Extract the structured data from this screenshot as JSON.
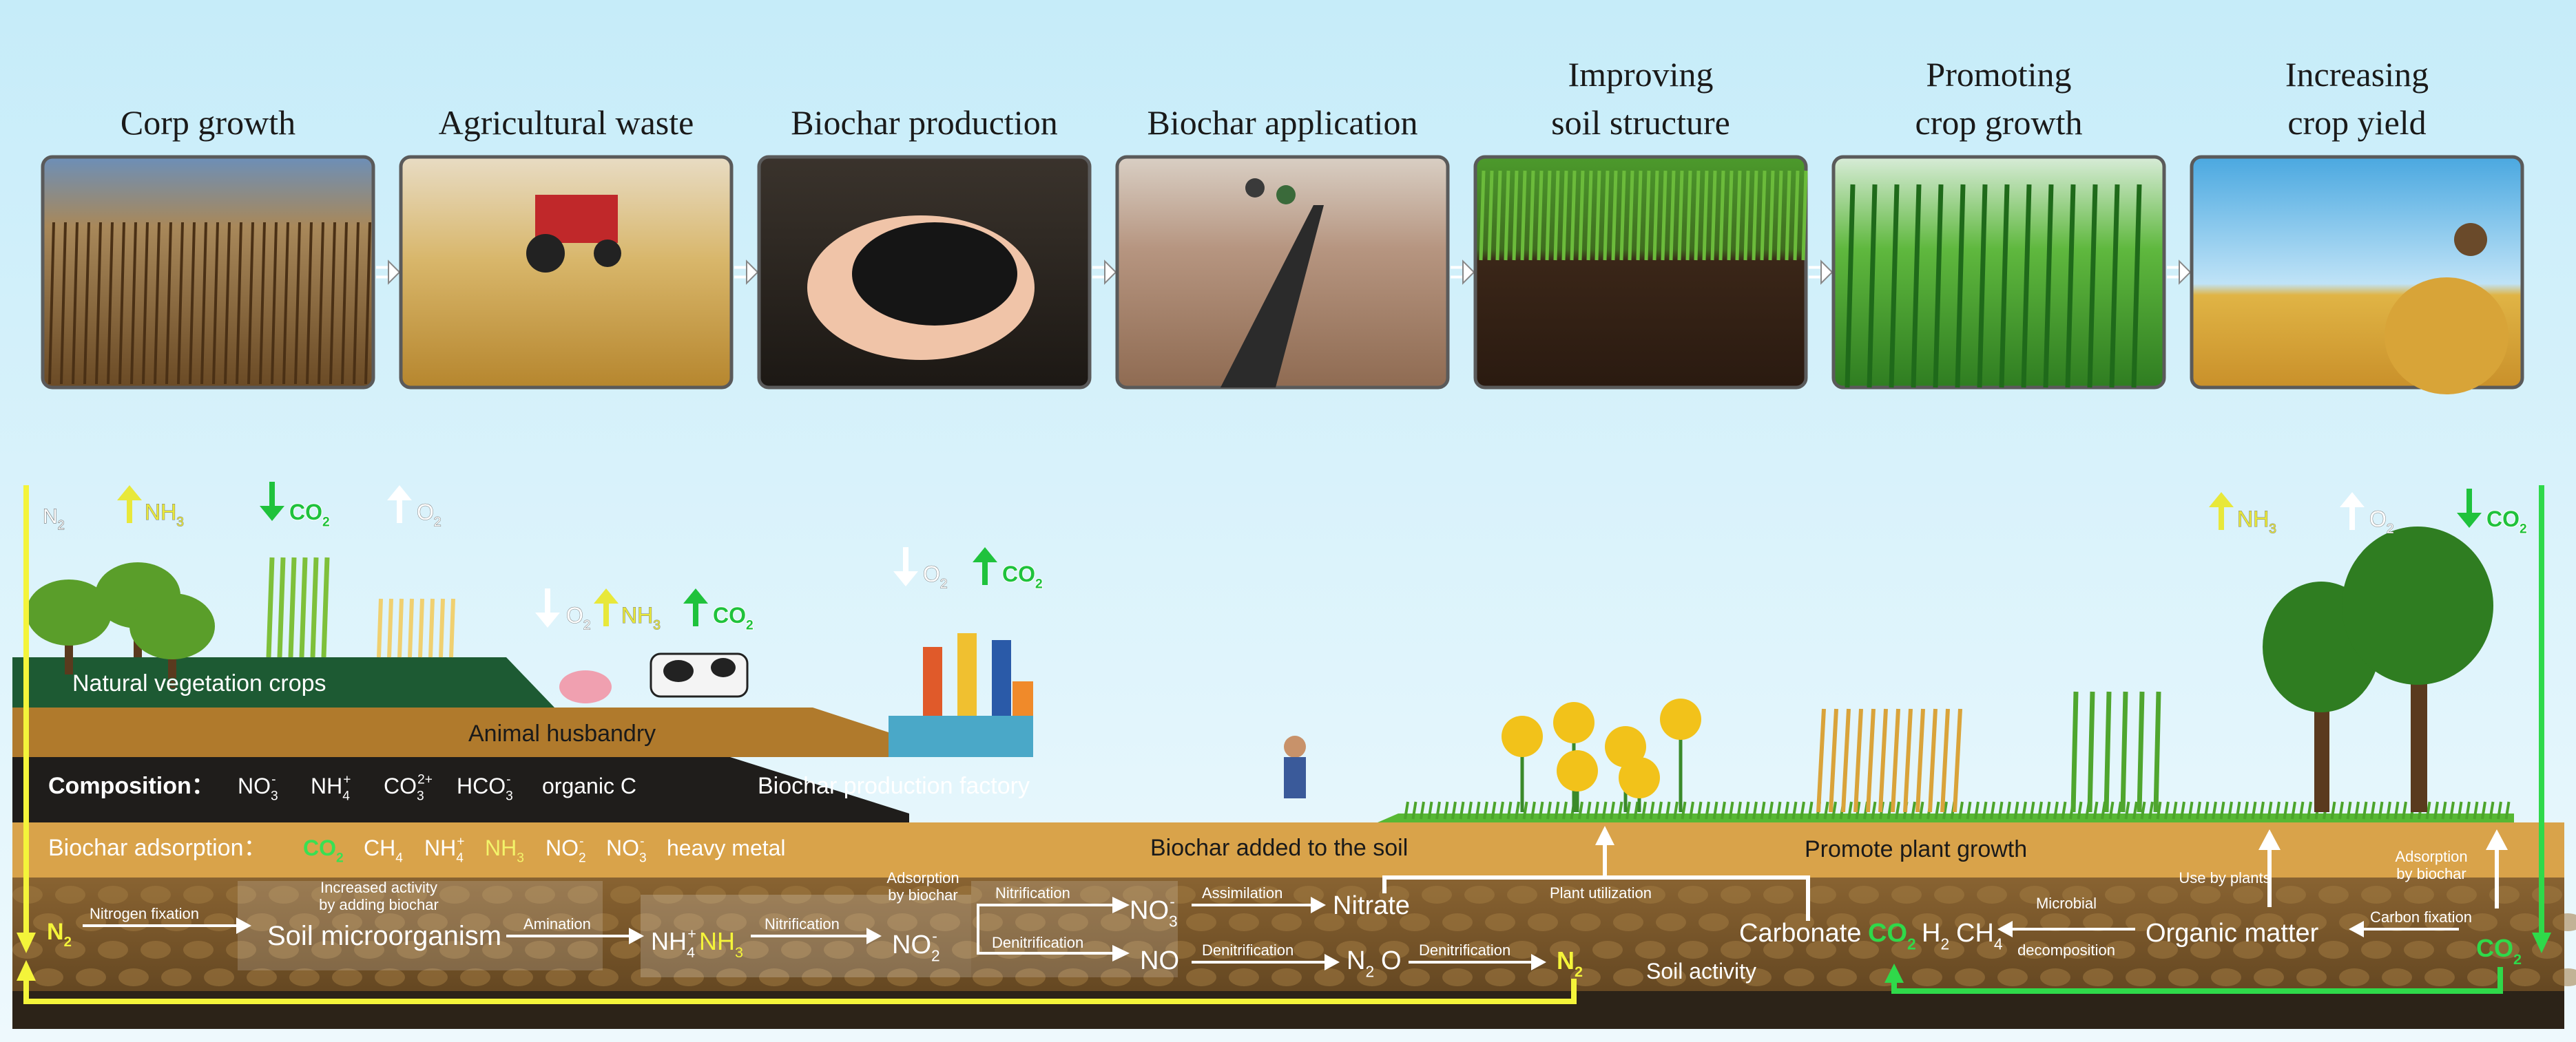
{
  "top_row": {
    "steps": [
      {
        "title": [
          "Corp growth"
        ],
        "photo": "dry-corn-field"
      },
      {
        "title": [
          "Agricultural waste"
        ],
        "photo": "tractor-straw-field"
      },
      {
        "title": [
          "Biochar production"
        ],
        "photo": "hand-holding-biochar"
      },
      {
        "title": [
          "Biochar application"
        ],
        "photo": "farmers-spreading-biochar"
      },
      {
        "title": [
          "Improving",
          "soil structure"
        ],
        "photo": "grass-over-soil"
      },
      {
        "title": [
          "Promoting",
          "crop growth"
        ],
        "photo": "green-corn-field"
      },
      {
        "title": [
          "Increasing",
          "crop yield"
        ],
        "photo": "farmer-with-harvest"
      }
    ]
  },
  "gases": {
    "n2": "N",
    "n2_sub": "2",
    "nh3": "NH",
    "nh3_sub": "3",
    "co2": "CO",
    "co2_sub": "2",
    "o2": "O",
    "o2_sub": "2"
  },
  "landscape": {
    "natural_vegetation": "Natural vegetation  crops",
    "animal_husbandry": "Animal husbandry",
    "biochar_factory": "Biochar production factory",
    "biochar_added": "Biochar added to the soil",
    "promote_growth": "Promote plant growth"
  },
  "composition": {
    "label": "Composition：",
    "items": [
      {
        "text": "NO",
        "sub": "3",
        "sup": "-"
      },
      {
        "text": "NH",
        "sub": "4",
        "sup": "+"
      },
      {
        "text": "CO",
        "sub": "3",
        "sup": "2+"
      },
      {
        "text": "HCO",
        "sub": "3",
        "sup": "-"
      },
      {
        "text": "organic C",
        "sub": "",
        "sup": ""
      }
    ]
  },
  "adsorption": {
    "label": "Biochar adsorption：",
    "items": [
      {
        "text": "CO",
        "sub": "2",
        "sup": "",
        "color": "#39e052"
      },
      {
        "text": "CH",
        "sub": "4",
        "sup": "",
        "color": "#ffffff"
      },
      {
        "text": "NH",
        "sub": "4",
        "sup": "+",
        "color": "#ffffff"
      },
      {
        "text": "NH",
        "sub": "3",
        "sup": "",
        "color": "#f3f36a"
      },
      {
        "text": "NO",
        "sub": "2",
        "sup": "-",
        "color": "#ffffff"
      },
      {
        "text": "NO",
        "sub": "3",
        "sup": "-",
        "color": "#ffffff"
      },
      {
        "text": "heavy metal",
        "sub": "",
        "sup": "",
        "color": "#ffffff"
      }
    ]
  },
  "soil": {
    "nitrogen_fixation": "Nitrogen fixation",
    "increased_activity": [
      "Increased activity",
      "by adding biochar"
    ],
    "soil_microorganism": "Soil microorganism",
    "amination": "Amination",
    "nh4": "NH",
    "nh4_sub": "4",
    "nh4_sup": "+",
    "nh3": "NH",
    "nh3_sub": "3",
    "nitrification": "Nitrification",
    "adsorption_by_biochar": [
      "Adsorption",
      "by biochar"
    ],
    "no2": "NO",
    "no2_sub": "2",
    "no2_sup": "-",
    "nitrification_2": "Nitrification",
    "denitrification_1": "Denitrification",
    "no3": "NO",
    "no3_sub": "3",
    "no3_sup": "-",
    "no": "NO",
    "assimilation": "Assimilation",
    "nitrate": "Nitrate",
    "denitrification_2": "Denitrification",
    "n2o": "N",
    "n2o_sub": "2",
    "n2o_tail": "O",
    "denitrification_3": "Denitrification",
    "n2_end": "N",
    "n2_end_sub": "2",
    "plant_utilization": "Plant utilization",
    "soil_activity": "Soil activity",
    "carbonate": "Carbonate",
    "co2": "CO",
    "co2_sub": "2",
    "h2": "H",
    "h2_sub": "2",
    "ch4": "CH",
    "ch4_sub": "4",
    "microbial_decomposition": [
      "Microbial",
      "decomposition"
    ],
    "organic_matter": "Organic matter",
    "use_by_plants": "Use by plants",
    "adsorption_by_biochar_2": [
      "Adsorption",
      "by biochar"
    ],
    "carbon_fixation": "Carbon fixation",
    "co2_right": "CO",
    "co2_right_sub": "2"
  },
  "colors": {
    "sky_top": "#cbeef9",
    "sky_bottom": "#e8f8fd",
    "soil_brown": "#b0813a",
    "soil_dark": "#2a2116",
    "yellow_flow": "#f4f43a",
    "green_flow": "#2fd94a",
    "nh3_yellow": "#e8e83a",
    "co2_green": "#1fc23c"
  }
}
